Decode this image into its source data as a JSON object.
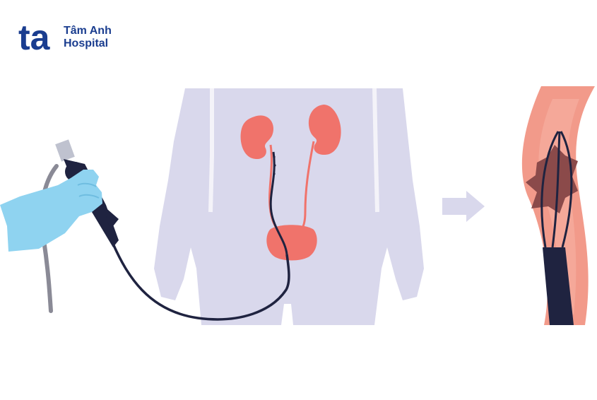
{
  "logo": {
    "mark": "ta",
    "line1": "Tâm Anh",
    "line2": "Hospital",
    "color": "#1a3d8f"
  },
  "colors": {
    "body": "#d9d8ec",
    "organ": "#f0736b",
    "vessel_wall": "#f29a8a",
    "stone": "#8b4a4a",
    "scope": "#1f2340",
    "glove": "#8fd3f0",
    "cable": "#8a8a96",
    "arrow": "#d9d8ec"
  },
  "icons": [
    "hand-glove-icon",
    "endoscope-icon",
    "kidney-icon",
    "bladder-icon",
    "arrow-right-icon",
    "ureter-stone-icon"
  ]
}
